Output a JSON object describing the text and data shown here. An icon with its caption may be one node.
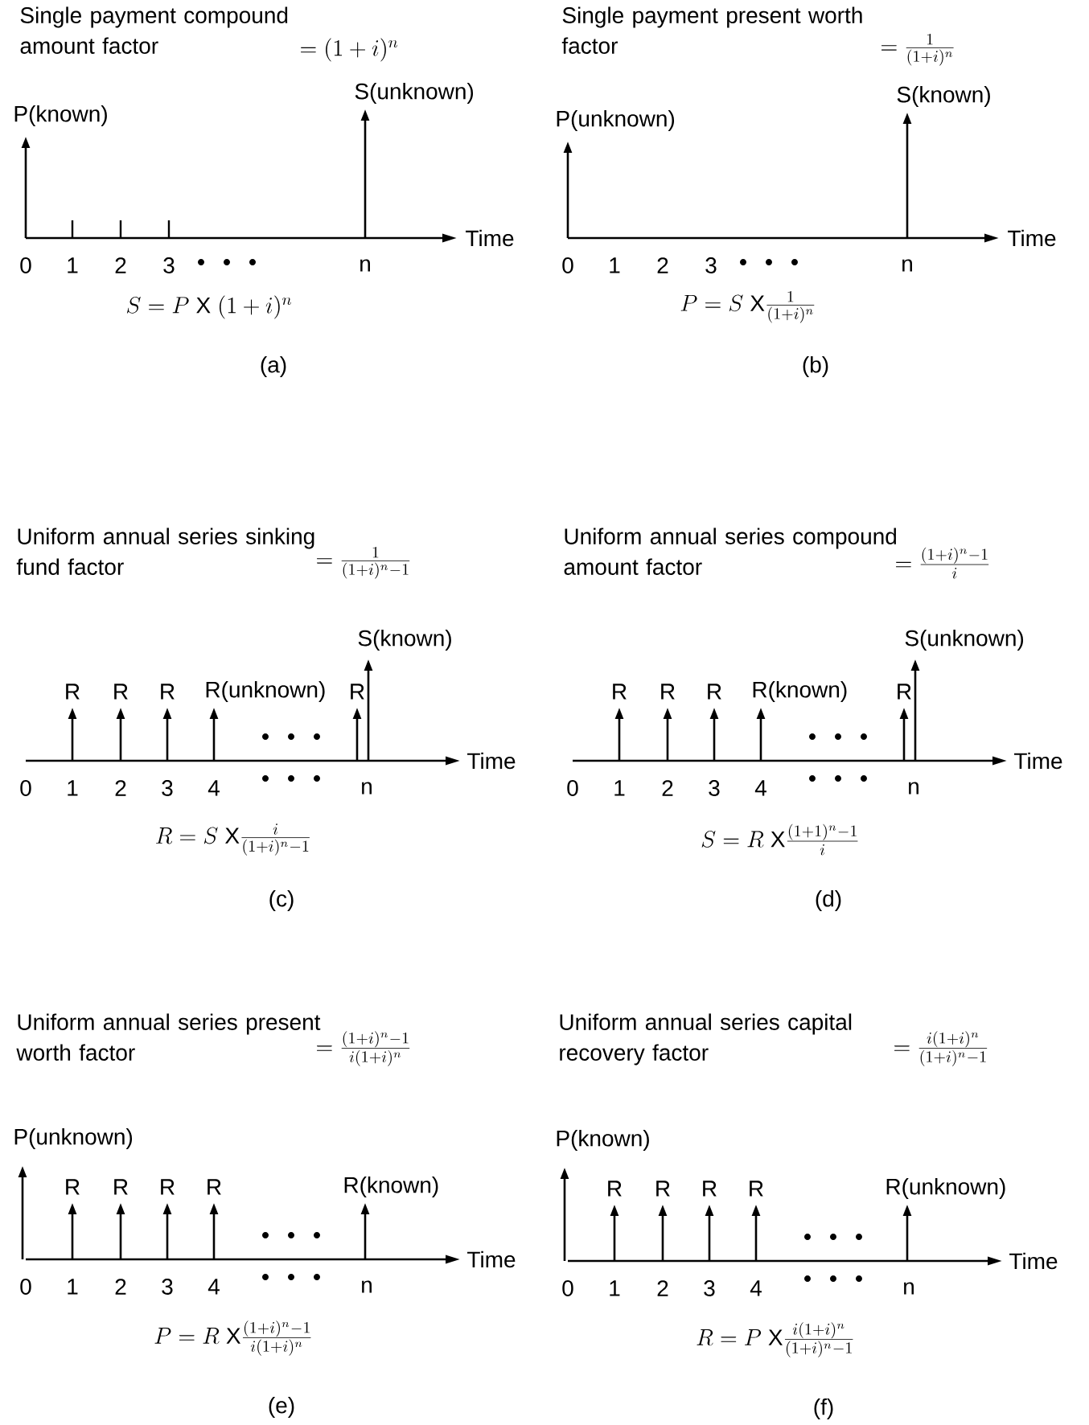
{
  "diagram": {
    "labels": [
      "Single payment compound amount factor",
      "= (1+i)^{n}",
      "P(known)",
      "S(unknown)",
      "0",
      "1",
      "2",
      "3",
      "n",
      "Time",
      "S = P \\; \\mathrm{X} \\; (1+i)^{n}",
      "(a)",
      "Single payment present worth factor",
      "= \\frac{1}{(1+i)^{n}}",
      "P(unknown)",
      "S(known)",
      "0",
      "1",
      "2",
      "3",
      "n",
      "Time",
      "P = S \\; \\mathrm{X} \\frac{1}{(1+i)^{n}}",
      "(b)",
      "Uniform annual series sinking fund factor",
      "= \\frac{1}{(1+i)^{n}-1}",
      "R",
      "R",
      "R",
      "R(unknown)",
      "R",
      "S(known)",
      "0",
      "1",
      "2",
      "3",
      "4",
      "n",
      "Time",
      "R = S \\; \\mathrm{X} \\frac{i}{(1+i)^{n}-1}",
      "(c)",
      "Uniform annual series compound amount factor",
      "= \\frac{(1+i)^{n}-1}{i}",
      "R",
      "R",
      "R",
      "R(known)",
      "R",
      "S(unknown)",
      "0",
      "1",
      "2",
      "3",
      "4",
      "n",
      "Time",
      "S = R \\; \\mathrm{X} \\frac{(1+1)^{n}-1}{i}",
      "(d)",
      "Uniform annual series present worth factor",
      "= \\frac{(1+i)^{n}-1}{i(1+i)^{n}}",
      "P(unknown)",
      "R",
      "R",
      "R",
      "R",
      "R(known)",
      "0",
      "1",
      "2",
      "3",
      "4",
      "n",
      "Time",
      "P = R \\; \\mathrm{X} \\frac{(1+i)^{n}-1}{i(1+i)^{n}}",
      "(e)",
      "Uniform annual series capital recovery factor",
      "= \\frac{i(1+i)^{n}}{(1+i)^{n}-1}",
      "P(known)",
      "R",
      "R",
      "R",
      "R",
      "R(unknown)",
      "0",
      "1",
      "2",
      "3",
      "4",
      "n",
      "Time",
      "R = P \\; \\mathrm{X} \\frac{i(1+i)^{n}}{(1+i)^{n}-1}",
      "(f)"
    ]
  }
}
